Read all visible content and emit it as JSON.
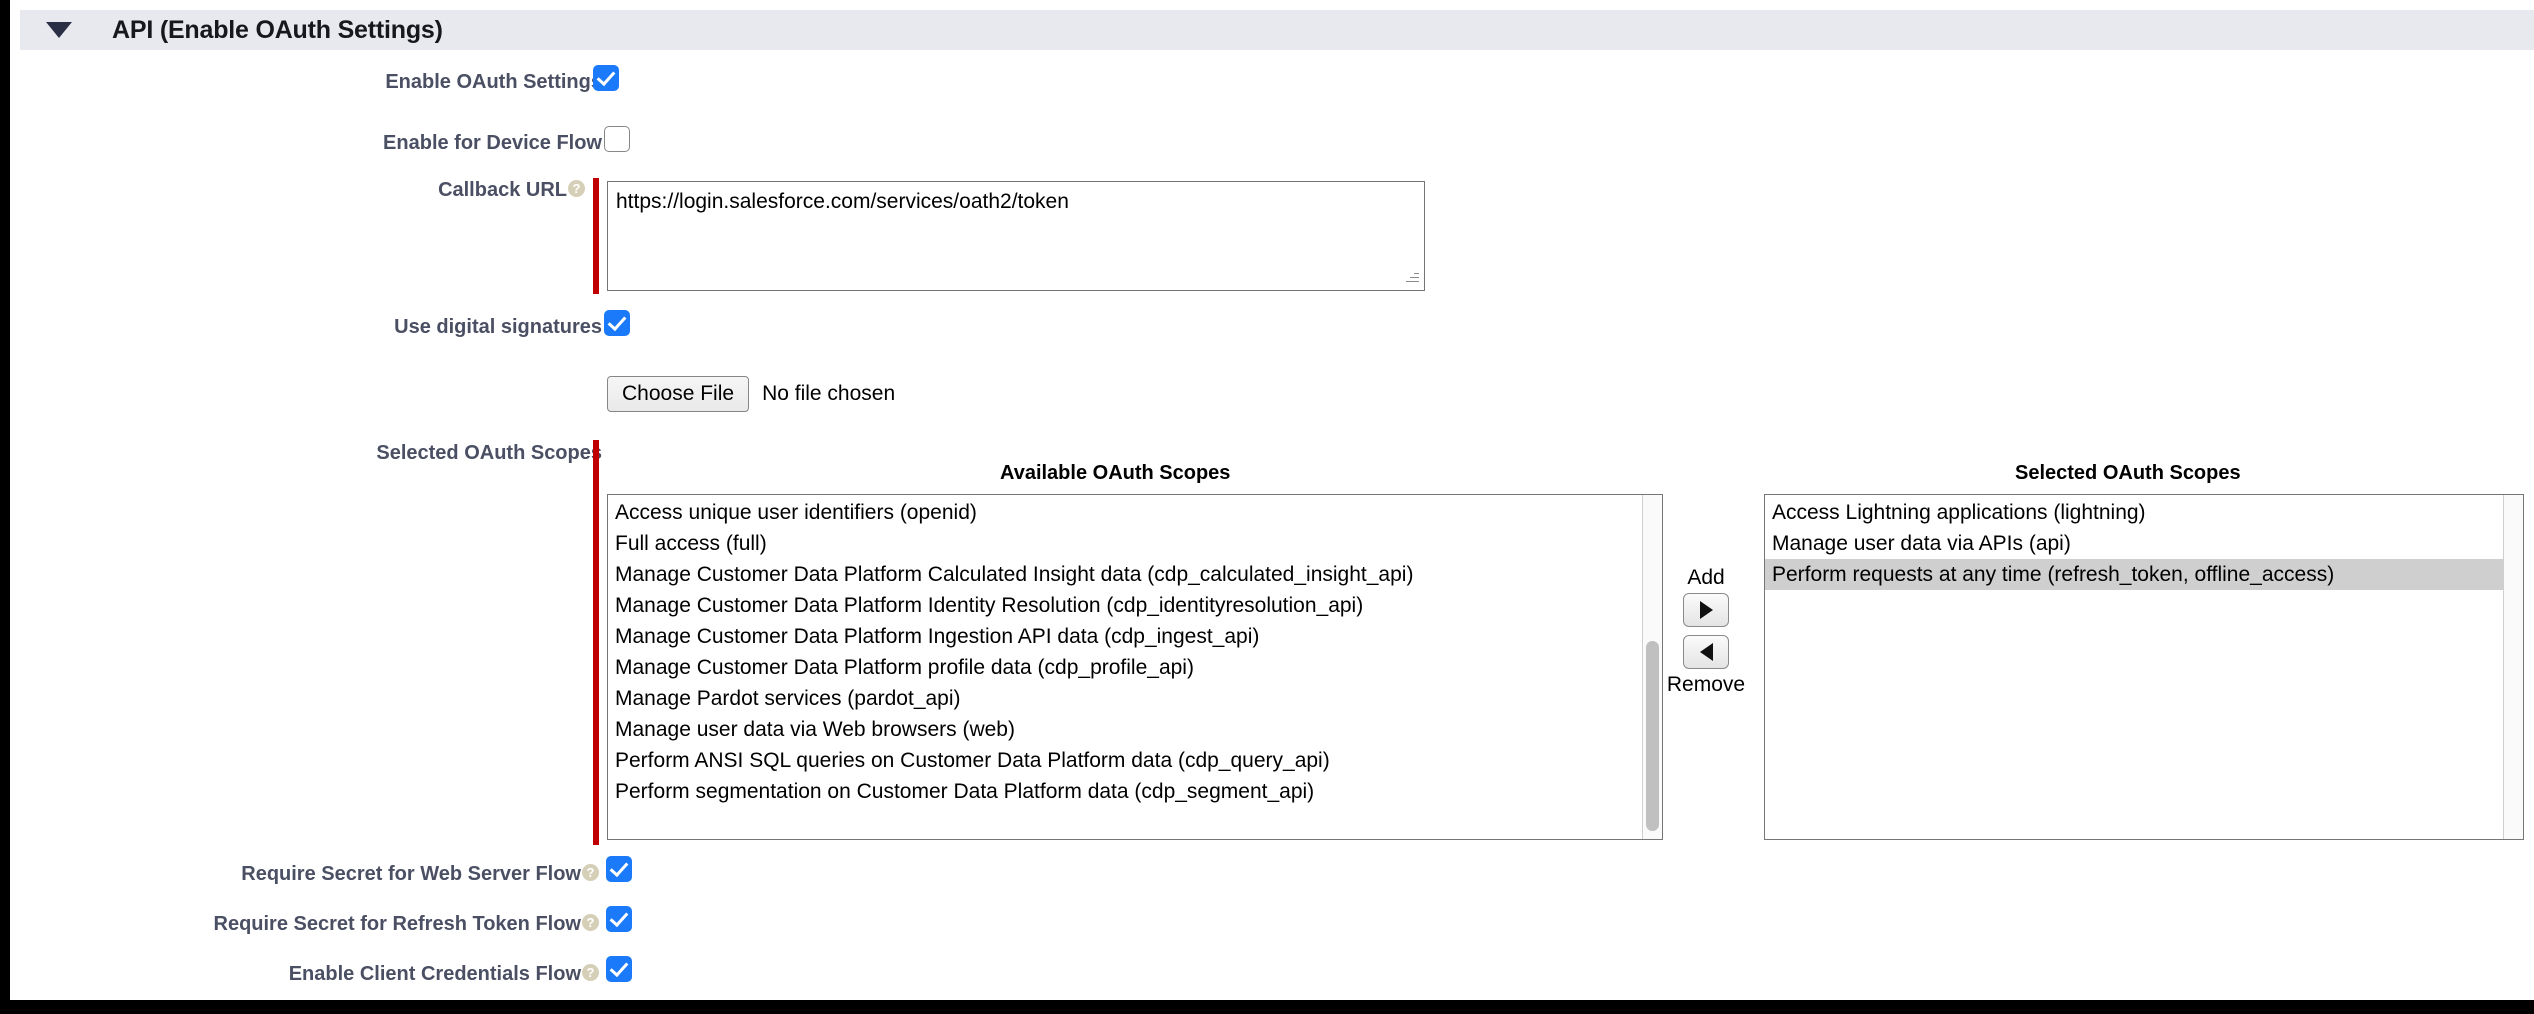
{
  "section": {
    "title": "API (Enable OAuth Settings)",
    "disclosure_icon": "caret-down-icon"
  },
  "fields": {
    "enable_oauth_settings": {
      "label": "Enable OAuth Settings",
      "checked": true
    },
    "enable_device_flow": {
      "label": "Enable for Device Flow",
      "checked": false
    },
    "callback_url": {
      "label": "Callback URL",
      "help_icon": "help-question-icon",
      "required": true,
      "value": "https://login.salesforce.com/services/oath2/token"
    },
    "use_digital_signatures": {
      "label": "Use digital signatures",
      "checked": true
    },
    "file_upload": {
      "button_label": "Choose File",
      "status_text": "No file chosen"
    },
    "selected_oauth_scopes": {
      "label": "Selected OAuth Scopes",
      "required": true
    },
    "require_secret_web_server_flow": {
      "label": "Require Secret for Web Server Flow",
      "help_icon": "help-question-icon",
      "checked": true
    },
    "require_secret_refresh_token_flow": {
      "label": "Require Secret for Refresh Token Flow",
      "help_icon": "help-question-icon",
      "checked": true
    },
    "enable_client_credentials_flow": {
      "label": "Enable Client Credentials Flow",
      "help_icon": "help-question-icon",
      "checked": true
    }
  },
  "scope_picker": {
    "available_title": "Available OAuth Scopes",
    "selected_title": "Selected OAuth Scopes",
    "add_label": "Add",
    "remove_label": "Remove",
    "add_icon": "triangle-right-icon",
    "remove_icon": "triangle-left-icon",
    "available": [
      "Access unique user identifiers (openid)",
      "Full access (full)",
      "Manage Customer Data Platform Calculated Insight data (cdp_calculated_insight_api)",
      "Manage Customer Data Platform Identity Resolution (cdp_identityresolution_api)",
      "Manage Customer Data Platform Ingestion API data (cdp_ingest_api)",
      "Manage Customer Data Platform profile data (cdp_profile_api)",
      "Manage Pardot services (pardot_api)",
      "Manage user data via Web browsers (web)",
      "Perform ANSI SQL queries on Customer Data Platform data (cdp_query_api)",
      "Perform segmentation on Customer Data Platform data (cdp_segment_api)"
    ],
    "selected": [
      {
        "label": "Access Lightning applications (lightning)",
        "highlighted": false
      },
      {
        "label": "Manage user data via APIs (api)",
        "highlighted": false
      },
      {
        "label": "Perform requests at any time (refresh_token, offline_access)",
        "highlighted": true
      }
    ]
  },
  "colors": {
    "checkbox_on": "#1a7afa",
    "required_bar": "#c00000",
    "section_header_bg": "#e8e9ee",
    "label_text": "#4a4f63",
    "selected_option_bg": "#cfcfcf"
  }
}
